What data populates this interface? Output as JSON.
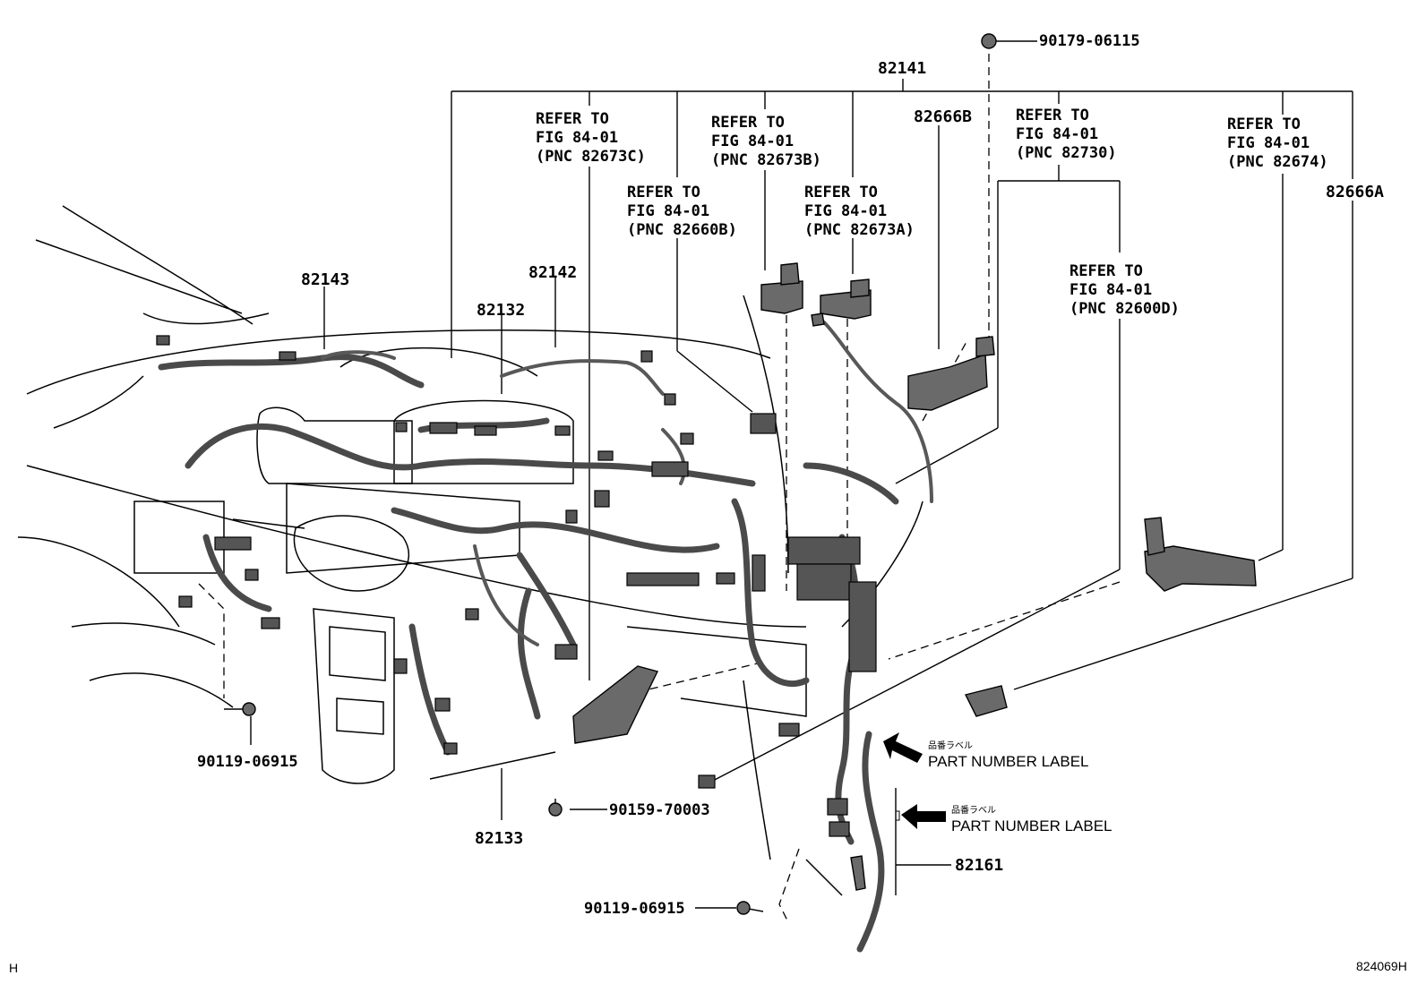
{
  "labels": {
    "l82141": "82141",
    "l90179": "90179-06115",
    "l82666B": "82666B",
    "l82666A": "82666A",
    "l82143": "82143",
    "l82142": "82142",
    "l82132": "82132",
    "l82133": "82133",
    "l82161": "82161",
    "l90119a": "90119-06915",
    "l90119b": "90119-06915",
    "l90159": "90159-70003"
  },
  "refs": {
    "r1": {
      "line1": "REFER TO",
      "line2": "FIG 84-01",
      "line3": "(PNC 82673C)"
    },
    "r2": {
      "line1": "REFER TO",
      "line2": "FIG 84-01",
      "line3": "(PNC 82673B)"
    },
    "r3": {
      "line1": "REFER TO",
      "line2": "FIG 84-01",
      "line3": "(PNC 82660B)"
    },
    "r4": {
      "line1": "REFER TO",
      "line2": "FIG 84-01",
      "line3": "(PNC 82673A)"
    },
    "r5": {
      "line1": "REFER TO",
      "line2": "FIG 84-01",
      "line3": "(PNC 82730)"
    },
    "r6": {
      "line1": "REFER TO",
      "line2": "FIG 84-01",
      "line3": "(PNC 82674)"
    },
    "r7": {
      "line1": "REFER TO",
      "line2": "FIG 84-01",
      "line3": "(PNC 82600D)"
    }
  },
  "part_number_labels": {
    "a": {
      "jp": "品番ラベル",
      "en": "PART NUMBER LABEL"
    },
    "b": {
      "jp": "品番ラベル",
      "en": "PART NUMBER LABEL"
    }
  },
  "corner": {
    "left": "H",
    "right": "824069H"
  }
}
